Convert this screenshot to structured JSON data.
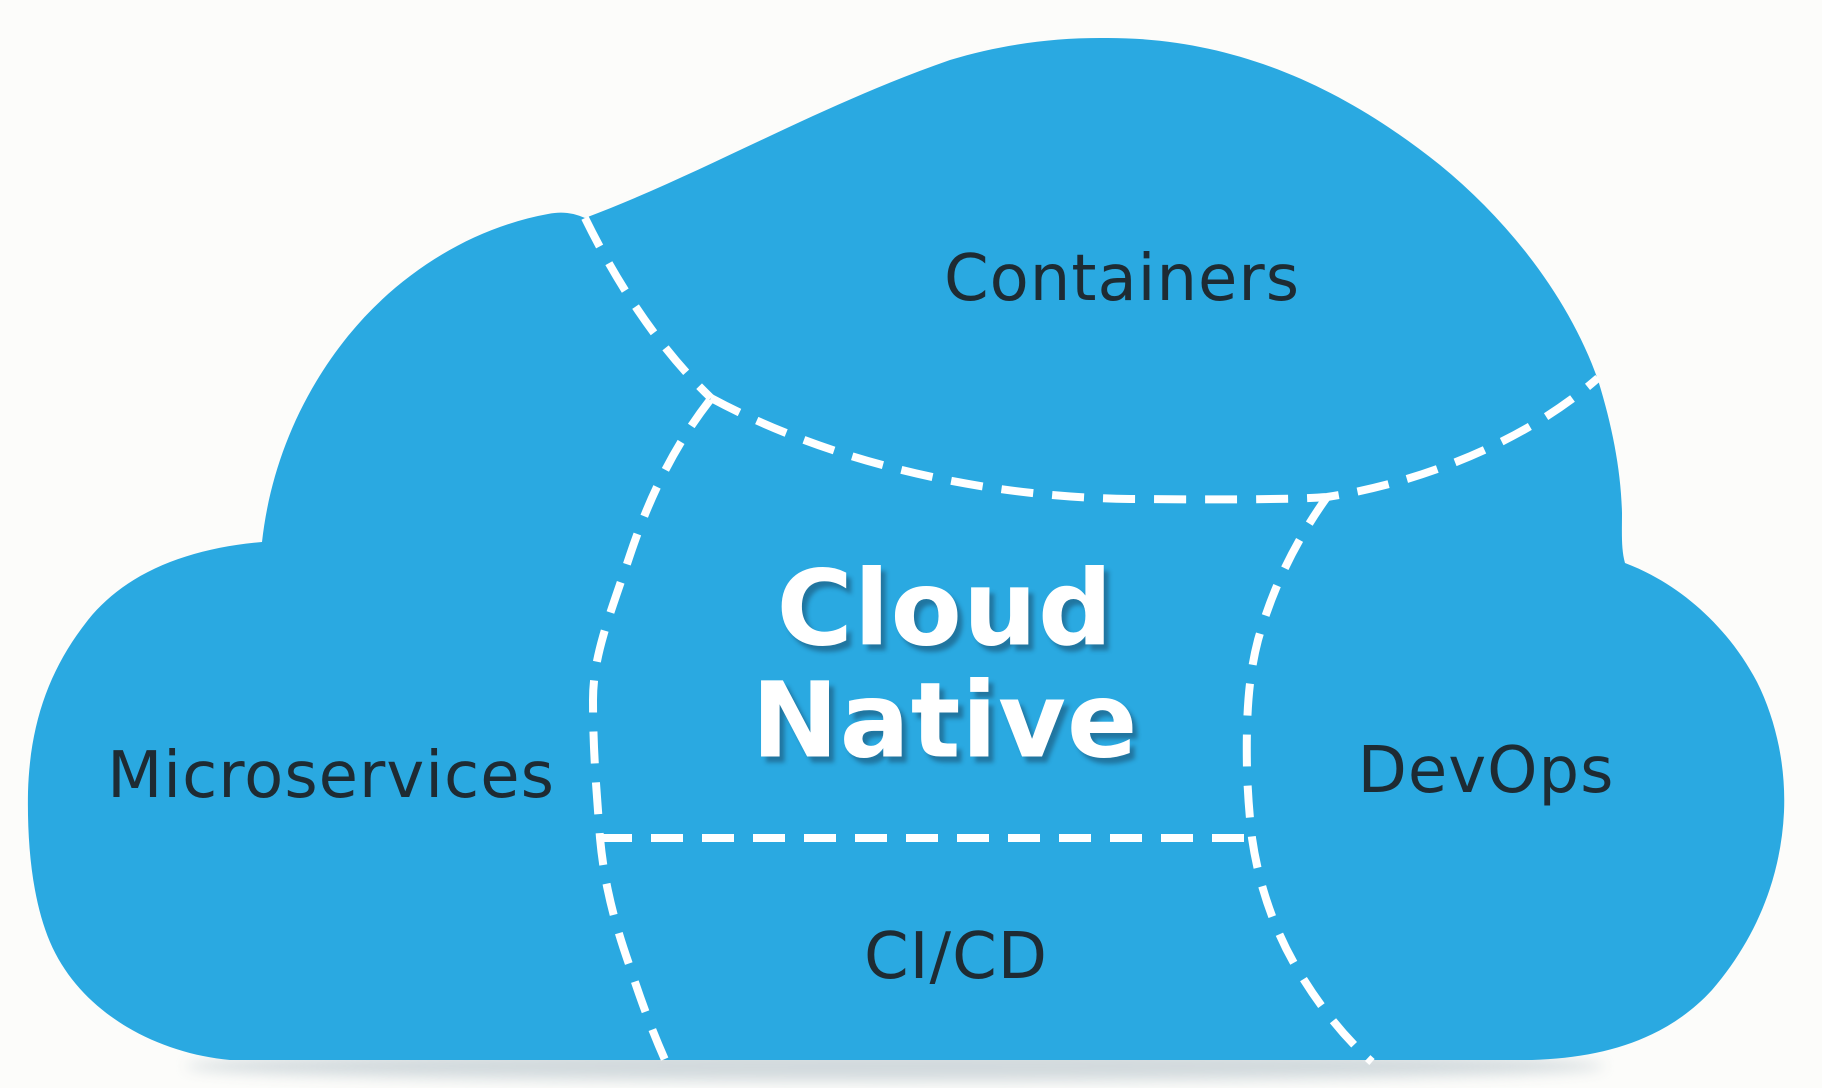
{
  "diagram": {
    "type": "cloud-concept-diagram",
    "title": {
      "line1": "Cloud",
      "line2": "Native"
    },
    "regions": [
      {
        "id": "containers",
        "label": "Containers",
        "position": "top"
      },
      {
        "id": "microservices",
        "label": "Microservices",
        "position": "left"
      },
      {
        "id": "devops",
        "label": "DevOps",
        "position": "right"
      },
      {
        "id": "cicd",
        "label": "CI/CD",
        "position": "bottom"
      }
    ],
    "colors": {
      "cloud_fill": "#2AA9E1",
      "divider_stroke": "#FFFFFF",
      "label_text": "#1E2B33",
      "title_text": "#FFFFFF",
      "background": "#FCFCFA"
    }
  }
}
